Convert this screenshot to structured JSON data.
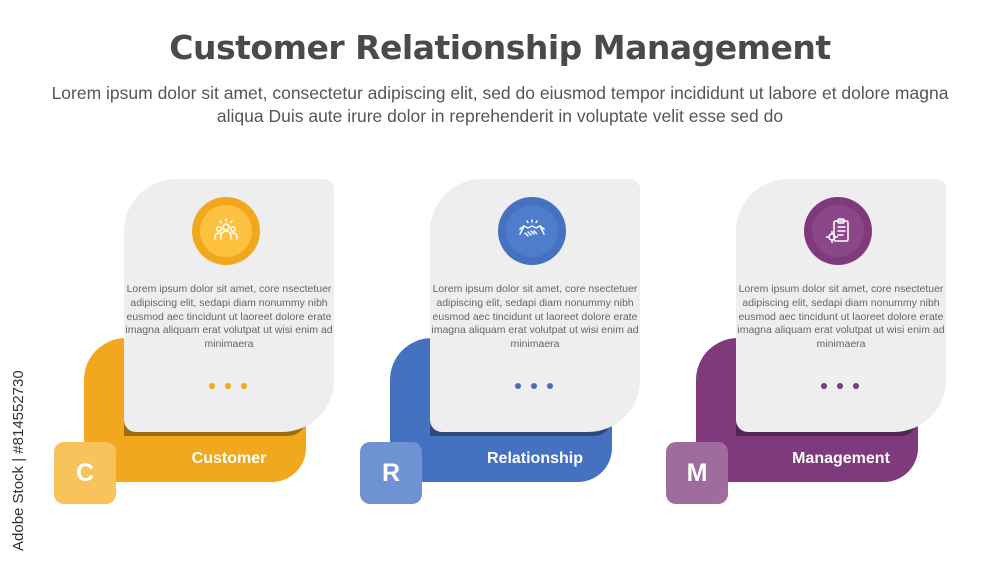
{
  "title": "Customer Relationship Management",
  "subtitle": "Lorem ipsum dolor sit amet, consectetur adipiscing elit, sed do eiusmod tempor incididunt ut labore et dolore magna aliqua Duis aute irure dolor in reprehenderit in voluptate velit esse sed do",
  "watermark": "Adobe Stock | #814552730",
  "cards": [
    {
      "letter": "C",
      "label": "Customer",
      "icon": "group-people-icon",
      "text": "Lorem ipsum dolor sit amet, core nsectetuer adipiscing elit, sedapi diam nonummy nibh eusmod aec tincidunt ut laoreet dolore erate imagna aliquam erat volutpat ut wisi enim ad minimaera",
      "colors": {
        "main": "#f2a81d",
        "light": "#f7bd45",
        "box": "#f8c35a",
        "inner": "#fcc13f"
      }
    },
    {
      "letter": "R",
      "label": "Relationship",
      "icon": "handshake-icon",
      "text": "Lorem ipsum dolor sit amet, core nsectetuer adipiscing elit, sedapi diam nonummy nibh eusmod aec tincidunt ut laoreet dolore erate imagna aliquam erat volutpat ut wisi enim ad minimaera",
      "colors": {
        "main": "#4472c1",
        "light": "#5a86cc",
        "box": "#6f93d2",
        "inner": "#4e7dcc"
      }
    },
    {
      "letter": "M",
      "label": "Management",
      "icon": "clipboard-gear-icon",
      "text": "Lorem ipsum dolor sit amet, core nsectetuer adipiscing elit, sedapi diam nonummy nibh eusmod aec tincidunt ut laoreet dolore erate imagna aliquam erat volutpat ut wisi enim ad minimaera",
      "colors": {
        "main": "#7e3a7d",
        "light": "#955893",
        "box": "#a06c9e",
        "inner": "#8a4889"
      }
    }
  ]
}
